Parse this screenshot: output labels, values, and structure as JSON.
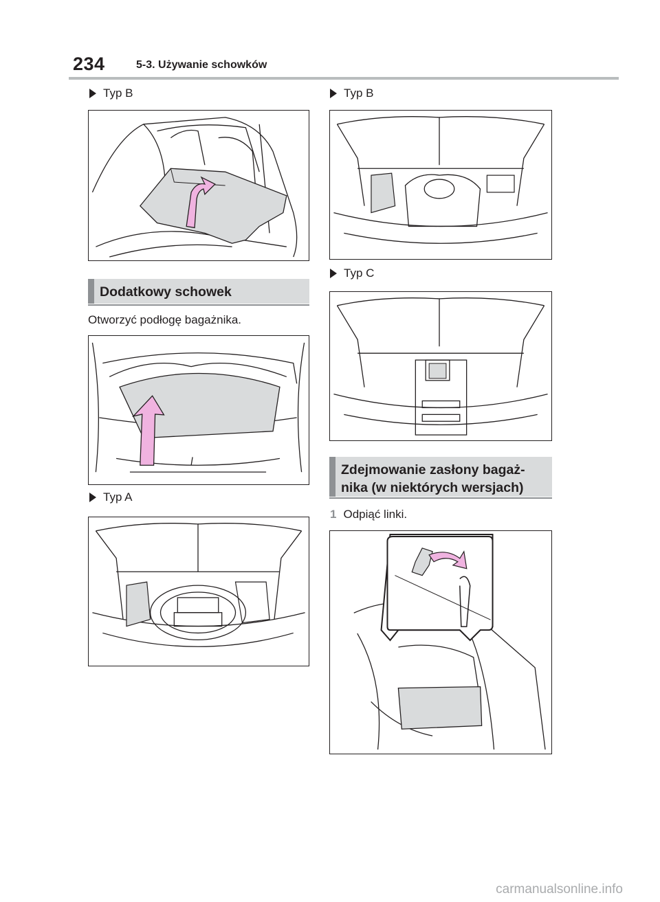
{
  "header": {
    "page_number": "234",
    "chapter": "5-3. Używanie schowków"
  },
  "left": {
    "bullet_1": "Typ B",
    "section_title": "Dodatkowy schowek",
    "instruction": "Otworzyć podłogę bagażnika.",
    "bullet_2": "Typ A"
  },
  "right": {
    "bullet_1": "Typ B",
    "bullet_2": "Typ C",
    "section_title_line1": "Zdejmowanie zasłony bagaż-",
    "section_title_line2": "nika (w niektórych wersjach)",
    "step_number": "1",
    "step_text": "Odpiąć linki."
  },
  "colors": {
    "arrow_fill": "#f0b3e0",
    "panel_fill": "#d9dbdc",
    "section_bar": "#8e9194"
  },
  "footer": {
    "watermark": "carmanualsonline.info"
  }
}
